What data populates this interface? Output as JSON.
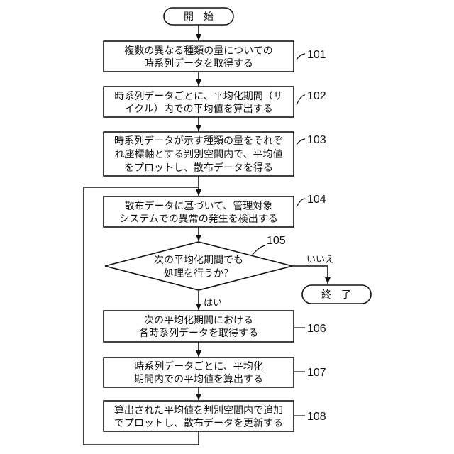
{
  "flowchart": {
    "start": "開　始",
    "end": "終　了",
    "steps": [
      {
        "id": "101",
        "lines": [
          "複数の異なる種類の量についての",
          "時系列データを取得する"
        ]
      },
      {
        "id": "102",
        "lines": [
          "時系列データごとに、平均化期間（サ",
          "イクル）内での平均値を算出する"
        ]
      },
      {
        "id": "103",
        "lines": [
          "時系列データが示す種類の量をそれぞ",
          "れ座標軸とする判別空間内で、平均値",
          "をプロットし、散布データを得る"
        ]
      },
      {
        "id": "104",
        "lines": [
          "散布データに基づいて、管理対象",
          "システムでの異常の発生を検出する"
        ]
      },
      {
        "id": "106",
        "lines": [
          "次の平均化期間における",
          "各時系列データを取得する"
        ]
      },
      {
        "id": "107",
        "lines": [
          "時系列データごとに、平均化",
          "期間内での平均値を算出する"
        ]
      },
      {
        "id": "108",
        "lines": [
          "算出された平均値を判別空間内で追加",
          "でプロットし、散布データを更新する"
        ]
      }
    ],
    "decision": {
      "id": "105",
      "lines": [
        "次の平均化期間でも",
        "処理を行うか？"
      ],
      "no_label": "いいえ",
      "yes_label": "はい"
    }
  }
}
